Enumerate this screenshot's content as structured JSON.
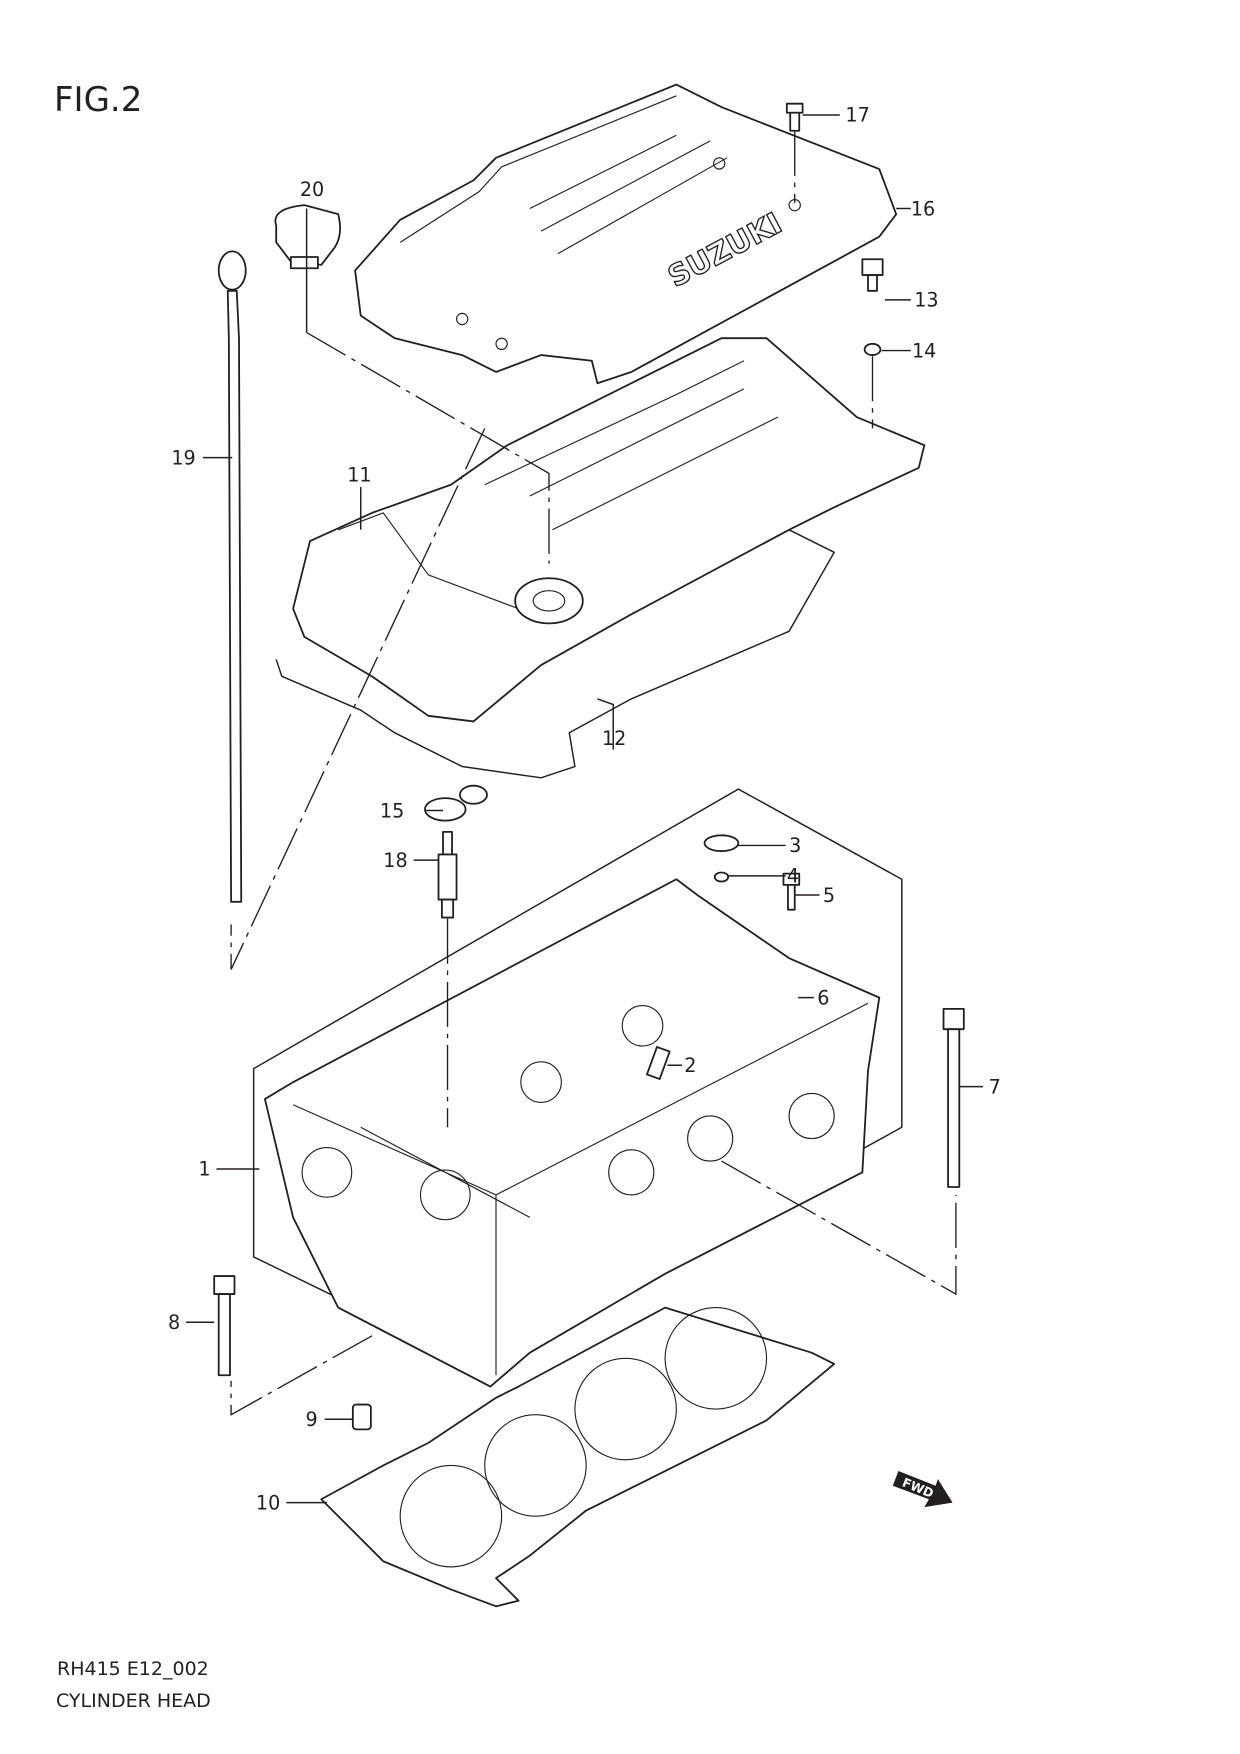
{
  "figure": {
    "title": "FIG.2",
    "code": "RH415 E12_002",
    "name": "CYLINDER HEAD"
  },
  "cover_text": "SUZUKI",
  "fwd_label": "FWD",
  "callouts": [
    "1",
    "2",
    "3",
    "4",
    "5",
    "6",
    "7",
    "8",
    "9",
    "10",
    "11",
    "12",
    "13",
    "14",
    "15",
    "16",
    "17",
    "18",
    "19",
    "20"
  ]
}
